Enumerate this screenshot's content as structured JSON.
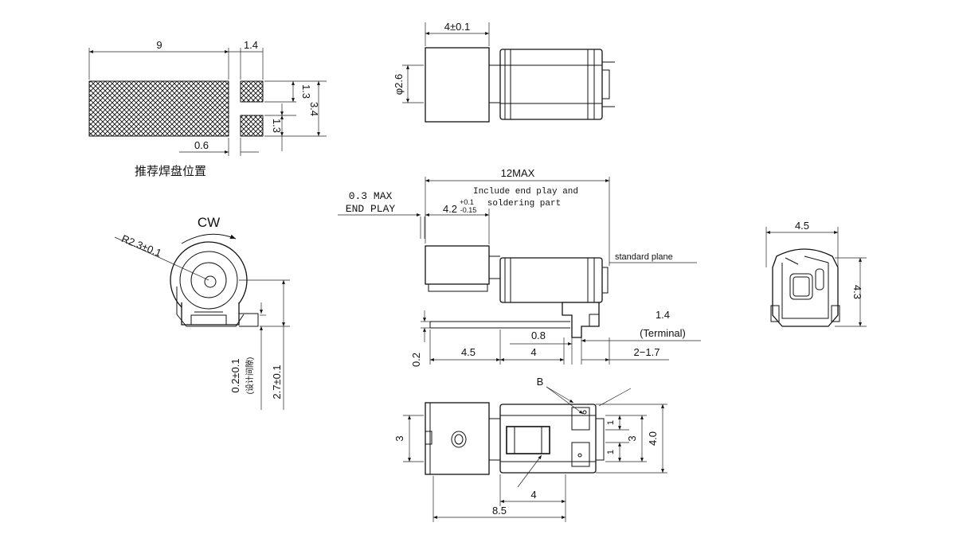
{
  "pad_view": {
    "caption": "推荐焊盘位置",
    "dims": {
      "length": "9",
      "gap_width": "1.4",
      "pad_height_top": "1.3",
      "pad_height_bottom": "1.3",
      "total_height": "3.4",
      "gap_bottom": "0.6"
    }
  },
  "top_view": {
    "dims": {
      "weight_width": "4±0.1",
      "weight_diameter": "φ2.6"
    }
  },
  "side_view": {
    "dims": {
      "overall_length": "12MAX",
      "overall_note_line1": "Include end play and",
      "overall_note_line2": "soldering part",
      "end_play_value": "0.3 MAX",
      "end_play_label": "END PLAY",
      "weight_length_base": "4.2",
      "weight_length_tol_plus": "+0.1",
      "weight_length_tol_minus": "-0.15",
      "standard_plane": "standard plane",
      "terminal_value": "1.4",
      "terminal_label": "(Terminal)",
      "pad_offset": "0.8",
      "length_a": "4.5",
      "length_b": "4",
      "length_c": "2−1.7",
      "clearance": "0.2"
    }
  },
  "front_view": {
    "rotation": "CW",
    "radius": "R2.3±0.1",
    "gap_value": "0.2±0.1",
    "gap_note": "(设计间隙)",
    "height": "2.7±0.1"
  },
  "end_view": {
    "dims": {
      "width": "4.5",
      "height": "4.3"
    }
  },
  "bottom_view": {
    "label_b": "B",
    "dims": {
      "height_left": "3",
      "pad_upper": "1",
      "pad_lower": "1",
      "height_inner": "3",
      "height_total": "4.0",
      "width_a": "4",
      "width_total": "8.5"
    }
  }
}
